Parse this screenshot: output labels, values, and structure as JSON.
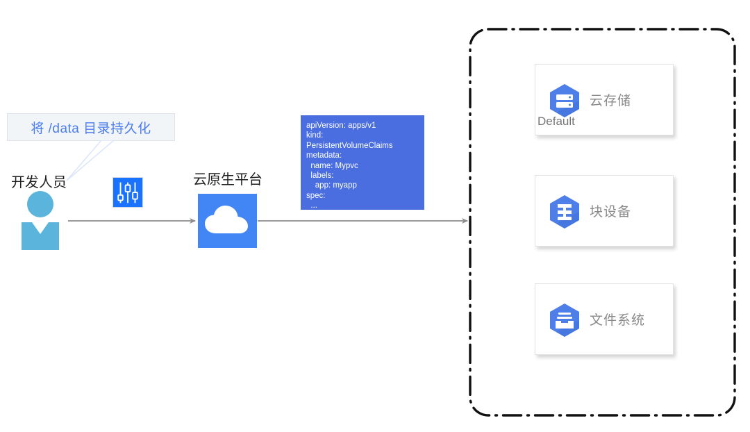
{
  "diagram": {
    "callout": {
      "text": "将 /data 目录持久化",
      "text_color": "#4a7cf0",
      "background": "#f2f5f8"
    },
    "actor": {
      "label": "开发人员",
      "icon": "person-icon",
      "color": "#5bb4dc"
    },
    "tune": {
      "icon": "sliders-icon",
      "color": "#1a73ff"
    },
    "platform": {
      "label": "云原生平台",
      "icon": "cloud-icon",
      "color": "#4285f4"
    },
    "manifest": {
      "icon": "yaml-manifest",
      "background": "#4a6ee0",
      "code": "apiVersion: apps/v1\nkind:\nPersistentVolumeClaims\nmetadata:\n  name: Mypvc\n  labels:\n    app: myapp\nspec:\n  ..."
    },
    "arrows": [
      {
        "name": "actor-to-platform"
      },
      {
        "name": "platform-to-storage"
      }
    ],
    "storage_panel": {
      "border_style": "dash-dot",
      "border_color": "#111111",
      "cards": [
        {
          "icon": "cloud-storage-icon",
          "sub_label": "Default",
          "label": "云存储",
          "accent": "#4e7fe8"
        },
        {
          "icon": "persistent-disk-icon",
          "sub_label": "",
          "label": "块设备",
          "accent": "#4e7fe8"
        },
        {
          "icon": "filestore-icon",
          "sub_label": "",
          "label": "文件系统",
          "accent": "#4e7fe8"
        }
      ]
    }
  }
}
